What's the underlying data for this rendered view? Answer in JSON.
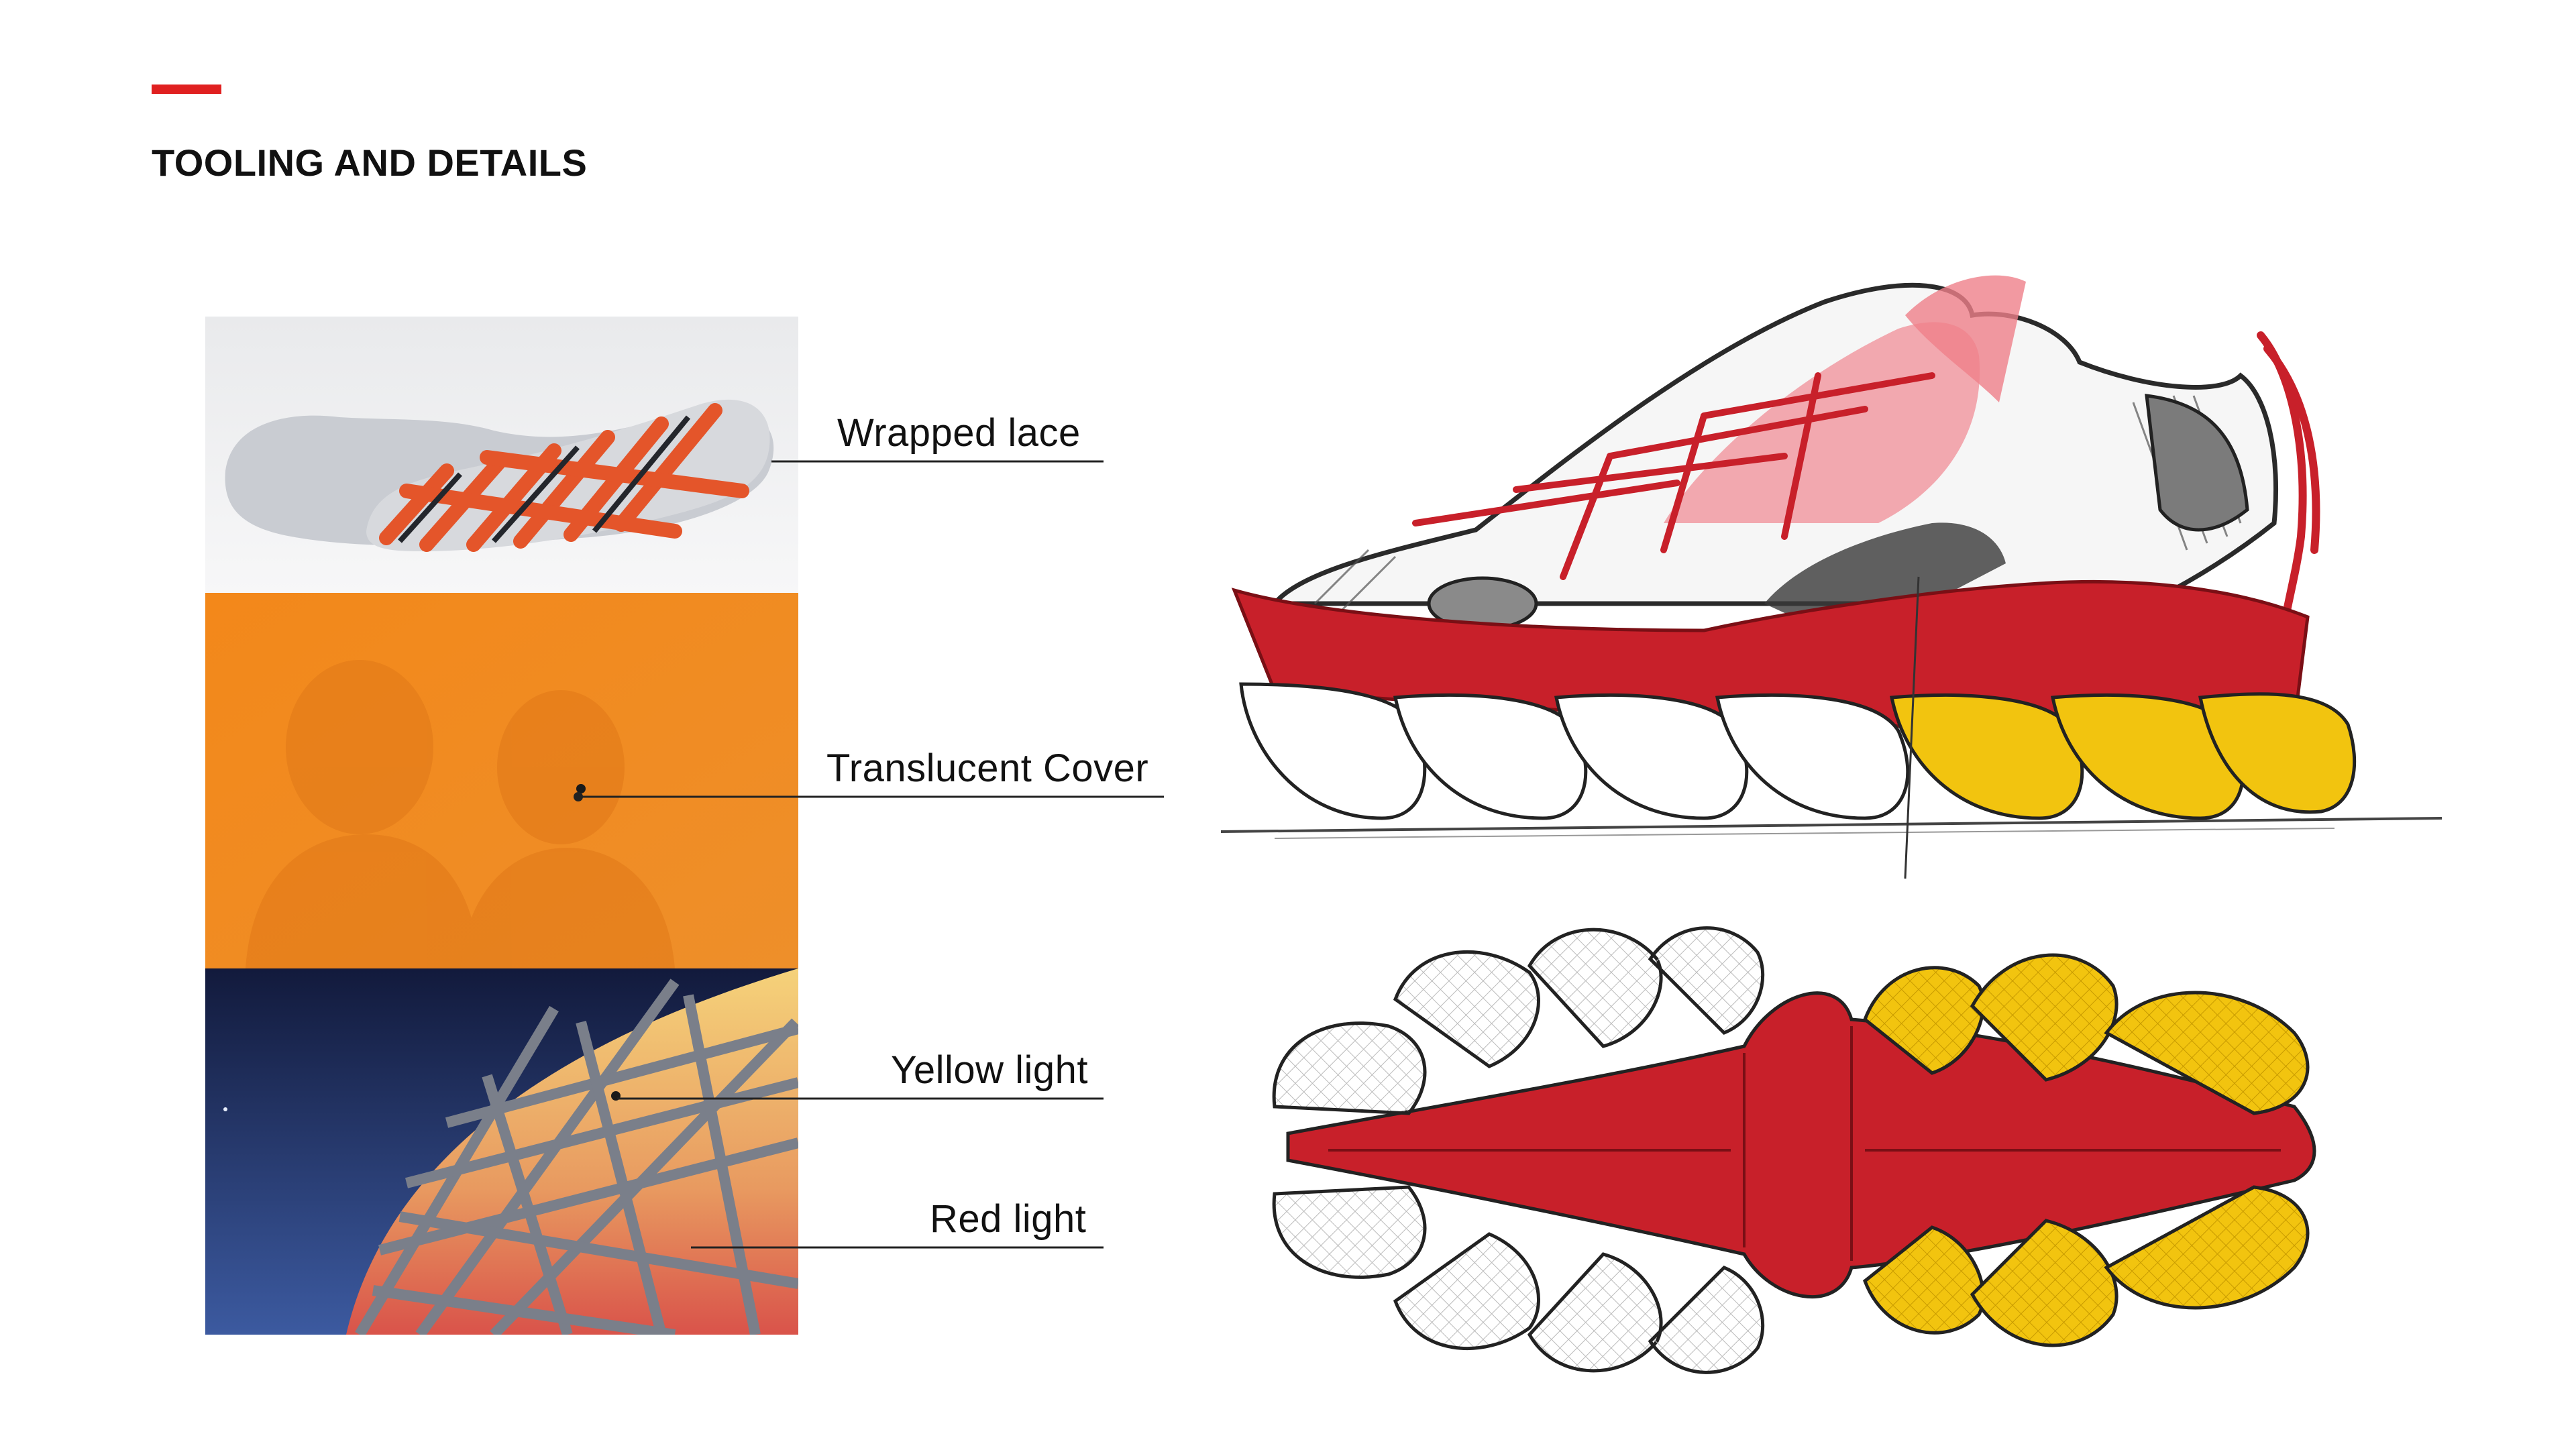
{
  "page": {
    "title": "TOOLING AND DETAILS",
    "accent_color": "#e02020"
  },
  "callouts": [
    {
      "label": "Wrapped lace"
    },
    {
      "label": "Translucent Cover"
    },
    {
      "label": "Yellow light"
    },
    {
      "label": "Red light"
    }
  ],
  "images": {
    "lace_photo": "wrapped-lace-photo",
    "cover_photo": "translucent-cover-photo",
    "stadium_photo": "lit-stadium-lattice-photo",
    "sketch": "sneaker-side-sketch",
    "outsole": "outsole-tread-drawing"
  },
  "colors": {
    "red": "#c8202a",
    "yellow": "#f2c40f",
    "orange": "#f08a1c",
    "night_blue": "#1b2a5a"
  }
}
